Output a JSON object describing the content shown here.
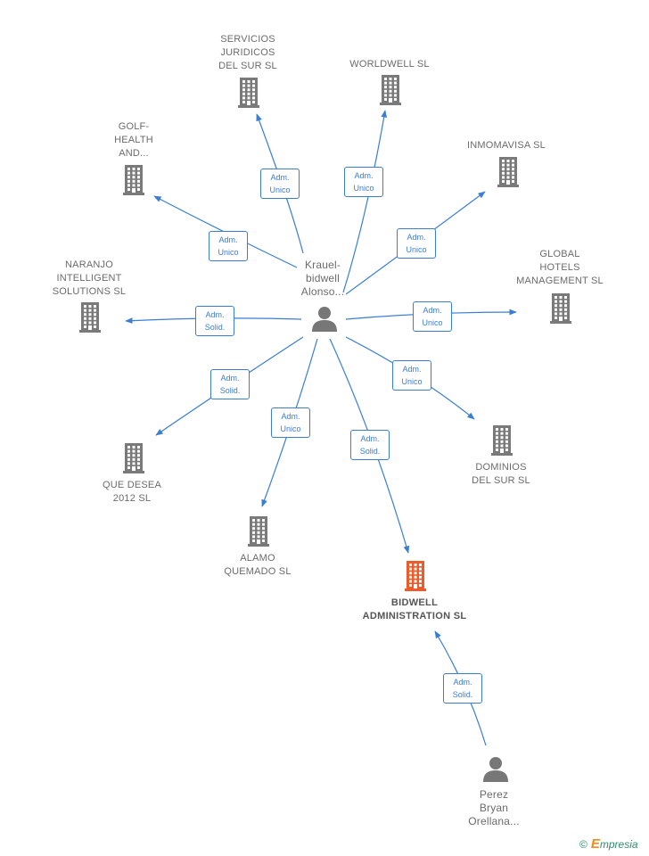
{
  "colors": {
    "edge": "#3a7ed4",
    "company": "#7a7a7a",
    "main_company": "#ef5a2a",
    "person": "#777777"
  },
  "persons": [
    {
      "id": "p1",
      "label": "Krauel-\nbidwell\nAlonso...",
      "icon": "person-icon"
    },
    {
      "id": "p2",
      "label": "Perez\nBryan\nOrellana...",
      "icon": "person-icon"
    }
  ],
  "companies": [
    {
      "id": "c_serv",
      "label": "SERVICIOS\nJURIDICOS\nDEL SUR SL",
      "icon": "building-icon",
      "main": false
    },
    {
      "id": "c_world",
      "label": "WORLDWELL SL",
      "icon": "building-icon",
      "main": false
    },
    {
      "id": "c_golf",
      "label": "GOLF-\nHEALTH\nAND...",
      "icon": "building-icon",
      "main": false
    },
    {
      "id": "c_inmo",
      "label": "INMOMAVISA SL",
      "icon": "building-icon",
      "main": false
    },
    {
      "id": "c_naranjo",
      "label": "NARANJO\nINTELLIGENT\nSOLUTIONS SL",
      "icon": "building-icon",
      "main": false
    },
    {
      "id": "c_global",
      "label": "GLOBAL\nHOTELS\nMANAGEMENT SL",
      "icon": "building-icon",
      "main": false
    },
    {
      "id": "c_dominios",
      "label": "DOMINIOS\nDEL SUR  SL",
      "icon": "building-icon",
      "main": false
    },
    {
      "id": "c_quedesea",
      "label": "QUE DESEA\n2012 SL",
      "icon": "building-icon",
      "main": false
    },
    {
      "id": "c_alamo",
      "label": "ALAMO\nQUEMADO  SL",
      "icon": "building-icon",
      "main": false
    },
    {
      "id": "c_bidwell",
      "label": "BIDWELL\nADMINISTRATION SL",
      "icon": "building-icon",
      "main": true
    }
  ],
  "edges": [
    {
      "from": "p1",
      "to": "c_serv",
      "label": "Adm.\nUnico"
    },
    {
      "from": "p1",
      "to": "c_world",
      "label": "Adm.\nUnico"
    },
    {
      "from": "p1",
      "to": "c_golf",
      "label": "Adm.\nUnico"
    },
    {
      "from": "p1",
      "to": "c_inmo",
      "label": "Adm.\nUnico"
    },
    {
      "from": "p1",
      "to": "c_naranjo",
      "label": "Adm.\nSolid."
    },
    {
      "from": "p1",
      "to": "c_global",
      "label": "Adm.\nUnico"
    },
    {
      "from": "p1",
      "to": "c_dominios",
      "label": "Adm.\nUnico"
    },
    {
      "from": "p1",
      "to": "c_quedesea",
      "label": "Adm.\nSolid."
    },
    {
      "from": "p1",
      "to": "c_alamo",
      "label": "Adm.\nUnico"
    },
    {
      "from": "p1",
      "to": "c_bidwell",
      "label": "Adm.\nSolid."
    },
    {
      "from": "p2",
      "to": "c_bidwell",
      "label": "Adm.\nSolid."
    }
  ],
  "footer": {
    "copyright": "©",
    "brand_initial": "E",
    "brand_rest": "mpresia"
  }
}
